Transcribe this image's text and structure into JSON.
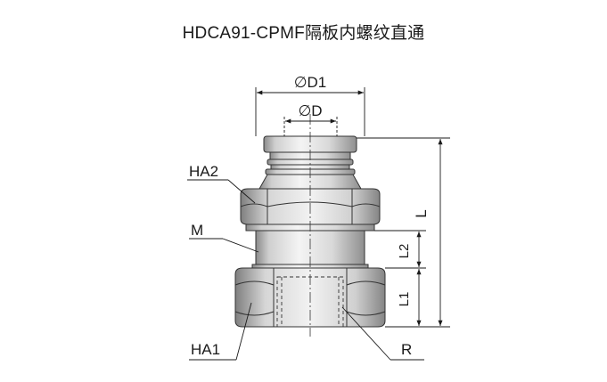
{
  "title": "HDCA91-CPMF隔板内螺纹直通",
  "dimensions": {
    "d1": "∅D1",
    "d": "∅D",
    "l": "L",
    "l2": "L2",
    "l1": "L1"
  },
  "parts": {
    "ha2": "HA2",
    "m": "M",
    "ha1": "HA1",
    "r": "R"
  }
}
